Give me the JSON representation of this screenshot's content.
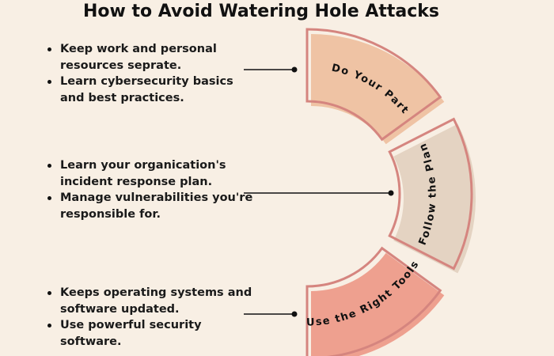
{
  "title": "How to Avoid Watering Hole Attacks",
  "sections": [
    {
      "label": "Do Your Part",
      "color": "#efc3a4",
      "bullets": [
        "Keep work and personal resources seprate.",
        "Learn cybersecurity basics and best practices."
      ]
    },
    {
      "label": "Follow the Plan",
      "color": "#e4d3c2",
      "bullets": [
        "Learn your organication's incident response plan.",
        "Manage vulnerabilities you're responsible for."
      ]
    },
    {
      "label": "Use the Right Tools",
      "color": "#eea08f",
      "bullets": [
        "Keeps operating systems and software updated.",
        "Use powerful security software."
      ]
    }
  ],
  "colors": {
    "background": "#f8efe4",
    "outline": "#d5857f"
  }
}
